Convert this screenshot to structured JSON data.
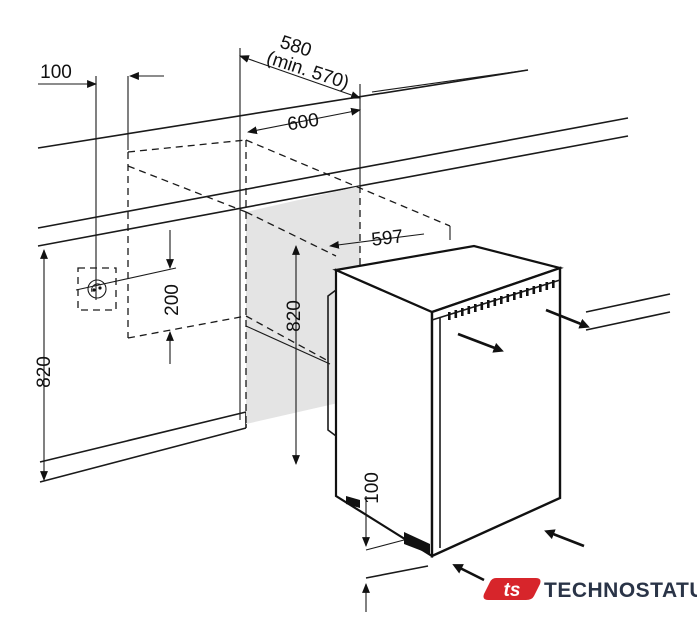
{
  "dimensions": {
    "depth_580": "580",
    "depth_min": "(min. 570)",
    "width_600": "600",
    "offset_100": "100",
    "depth_597": "597",
    "socket_200": "200",
    "niche_820": "820",
    "appliance_820": "820",
    "plinth_100": "100"
  },
  "logo": {
    "mark": "ts",
    "brand": "TECHNOSTATUS",
    "brand_color": "#d7252b",
    "text_color": "#2a3447"
  }
}
